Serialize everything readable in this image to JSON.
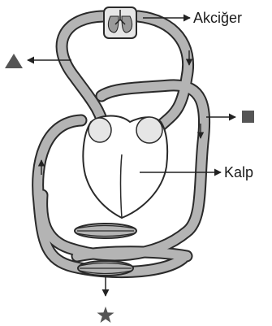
{
  "labels": {
    "lung": "Akciğer",
    "heart": "Kalp"
  },
  "markers": {
    "top_left": "triangle",
    "right": "square",
    "bottom": "star"
  },
  "colors": {
    "vessel_fill": "#b4b4b4",
    "vessel_outline": "#2a2a2a",
    "heart_fill": "#ffffff",
    "marker": "#555555"
  }
}
